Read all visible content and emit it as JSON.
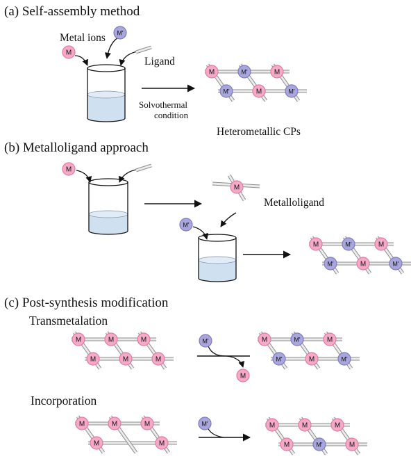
{
  "panel_a": {
    "title": "(a) Self-assembly method",
    "metal_ions_label": "Metal ions",
    "ligand_label": "Ligand",
    "condition_line1": "Solvothermal",
    "condition_line2": "condition",
    "product_label": "Heterometallic CPs"
  },
  "panel_b": {
    "title": "(b) Metalloligand approach",
    "metalloligand_label": "Metalloligand"
  },
  "panel_c": {
    "title": "(c) Post-synthesis modification",
    "transmetalation_label": "Transmetalation",
    "incorporation_label": "Incorporation"
  },
  "ions": {
    "m": "M",
    "m_prime": "M'"
  },
  "colors": {
    "m_fill": "#f4a9c6",
    "m_stroke": "#e27aa3",
    "mp_fill": "#a9a6dc",
    "mp_stroke": "#7d79c4",
    "rod_fill": "#ececec",
    "rod_stroke": "#8c8c8c",
    "liquid": "#cfe0f0"
  }
}
